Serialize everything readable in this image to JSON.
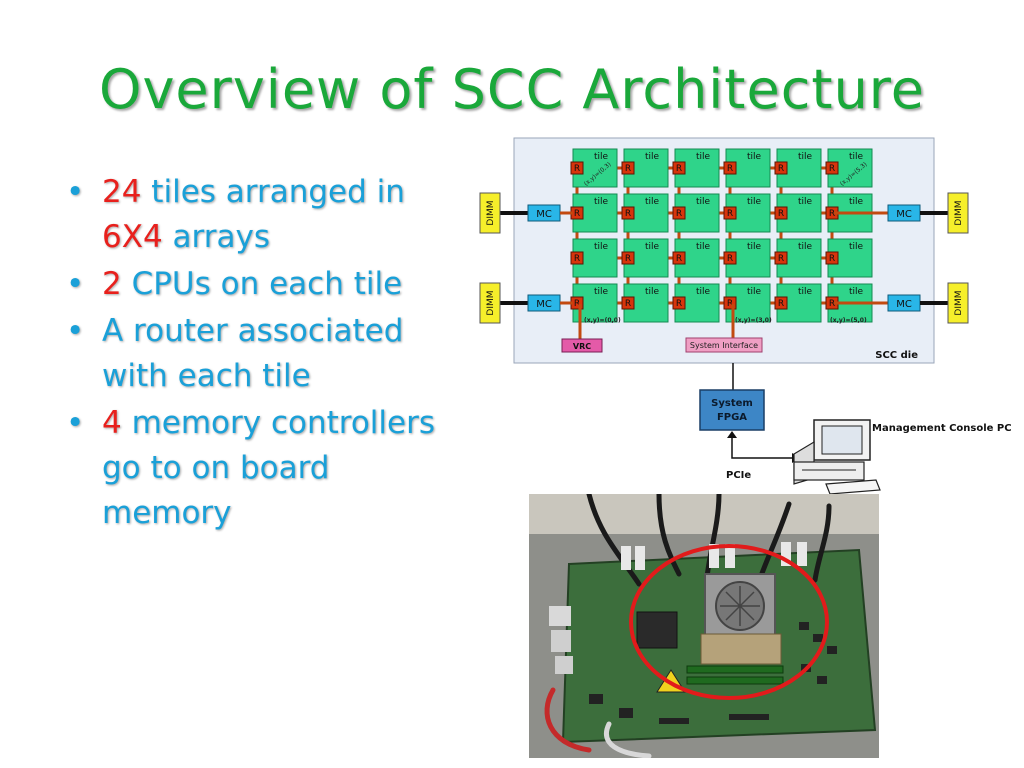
{
  "slide": {
    "title": "Overview of SCC Architecture",
    "bullets": [
      {
        "parts": [
          {
            "text": "24",
            "hl": true
          },
          {
            "text": " tiles arranged in ",
            "hl": false
          },
          {
            "text": "6X4",
            "hl": true
          },
          {
            "text": " arrays",
            "hl": false
          }
        ]
      },
      {
        "parts": [
          {
            "text": "2",
            "hl": true
          },
          {
            "text": " CPUs on each tile",
            "hl": false
          }
        ]
      },
      {
        "parts": [
          {
            "text": "A router associated with each tile",
            "hl": false
          }
        ]
      },
      {
        "parts": [
          {
            "text": "4",
            "hl": true
          },
          {
            "text": " memory controllers go to on board memory",
            "hl": false
          }
        ]
      }
    ]
  },
  "diagram": {
    "tile_label": "tile",
    "router_label": "R",
    "mc_label": "MC",
    "dimm_label": "DIMM",
    "coords": [
      "(x,y)=(0,3)",
      "(x,y)=(5,3)",
      "(x,y)=(0,0)",
      "(x,y)=(3,0)",
      "(x,y)=(5,0)"
    ],
    "vrc_label": "VRC",
    "system_interface_label": "System Interface",
    "die_label": "SCC die",
    "fpga_label_1": "System",
    "fpga_label_2": "FPGA",
    "pcie_label": "PCIe",
    "console_label": "Management Console PC",
    "colors": {
      "tile": "#2fd48a",
      "router": "#d8340c",
      "mesh": "#c24a10",
      "mc": "#29b6e8",
      "dimm": "#f6ef2a",
      "vrc": "#e45aa8",
      "sys_if": "#ef9fc4",
      "fpga": "#3d86c6",
      "die": "#e8eef7"
    }
  },
  "photo": {
    "description_icon": "scc-board-photo"
  },
  "bullet_glyph": "•"
}
